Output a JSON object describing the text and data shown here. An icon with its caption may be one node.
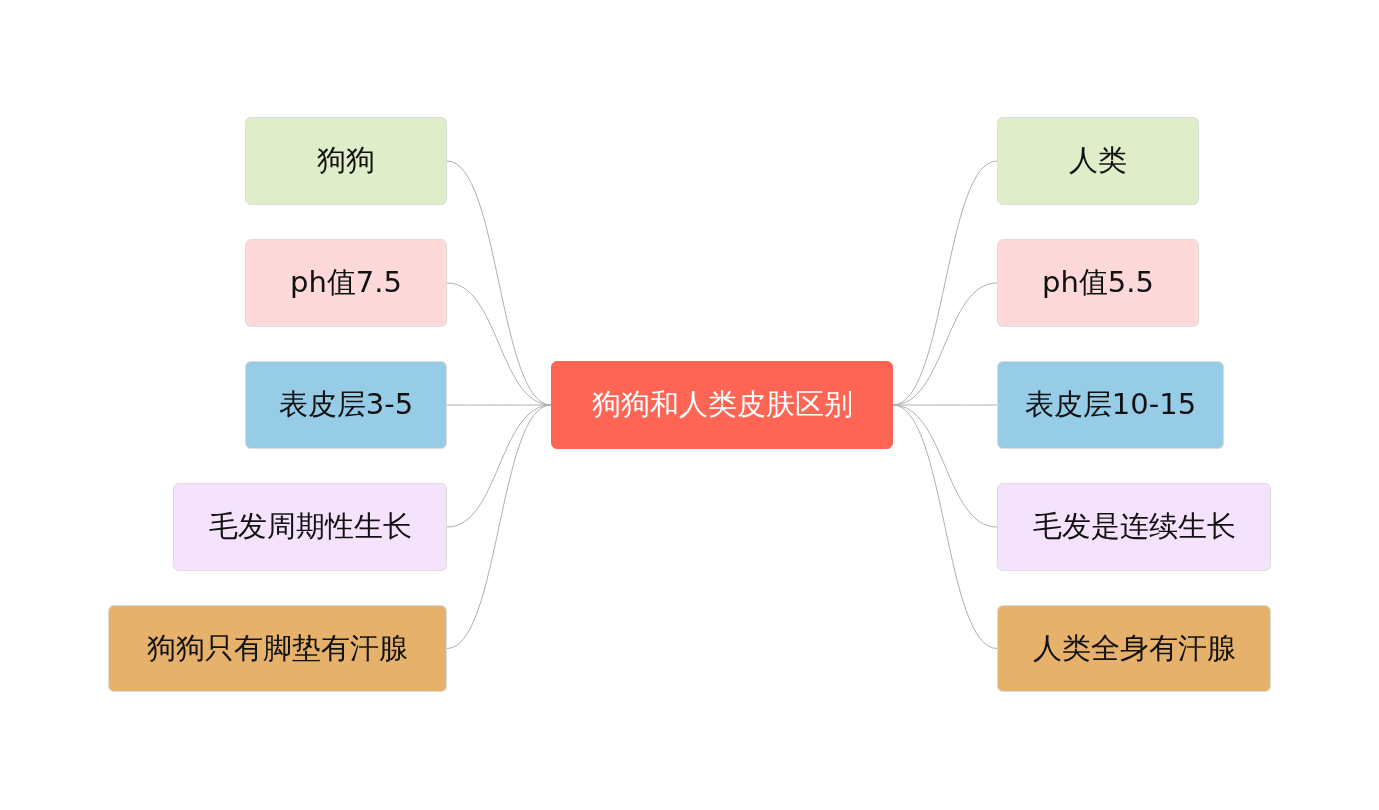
{
  "diagram": {
    "nodes": [
      {
        "text": [
          "狗狗和人类皮肤区别"
        ]
      },
      {
        "text": [
          "狗狗"
        ]
      },
      {
        "text": [
          "ph值7.5"
        ]
      },
      {
        "text": [
          "表皮层3-5"
        ]
      },
      {
        "text": [
          "毛发周期性生长"
        ]
      },
      {
        "text": [
          "狗狗只有脚垫有汗腺"
        ]
      },
      {
        "text": [
          "人类"
        ]
      },
      {
        "text": [
          "ph值5.5"
        ]
      },
      {
        "text": [
          "表皮层10-15"
        ]
      },
      {
        "text": [
          "毛发是连续生长"
        ]
      },
      {
        "text": [
          "人类全身有汗腺"
        ]
      }
    ],
    "edges": [
      {
        "from": 0,
        "to": 1,
        "arrow": "none"
      },
      {
        "from": 0,
        "to": 2,
        "arrow": "none"
      },
      {
        "from": 0,
        "to": 3,
        "arrow": "none"
      },
      {
        "from": 0,
        "to": 4,
        "arrow": "none"
      },
      {
        "from": 0,
        "to": 5,
        "arrow": "none"
      },
      {
        "from": 0,
        "to": 6,
        "arrow": "none"
      },
      {
        "from": 0,
        "to": 7,
        "arrow": "none"
      },
      {
        "from": 0,
        "to": 8,
        "arrow": "none"
      },
      {
        "from": 0,
        "to": 9,
        "arrow": "none"
      },
      {
        "from": 0,
        "to": 10,
        "arrow": "none"
      }
    ]
  }
}
